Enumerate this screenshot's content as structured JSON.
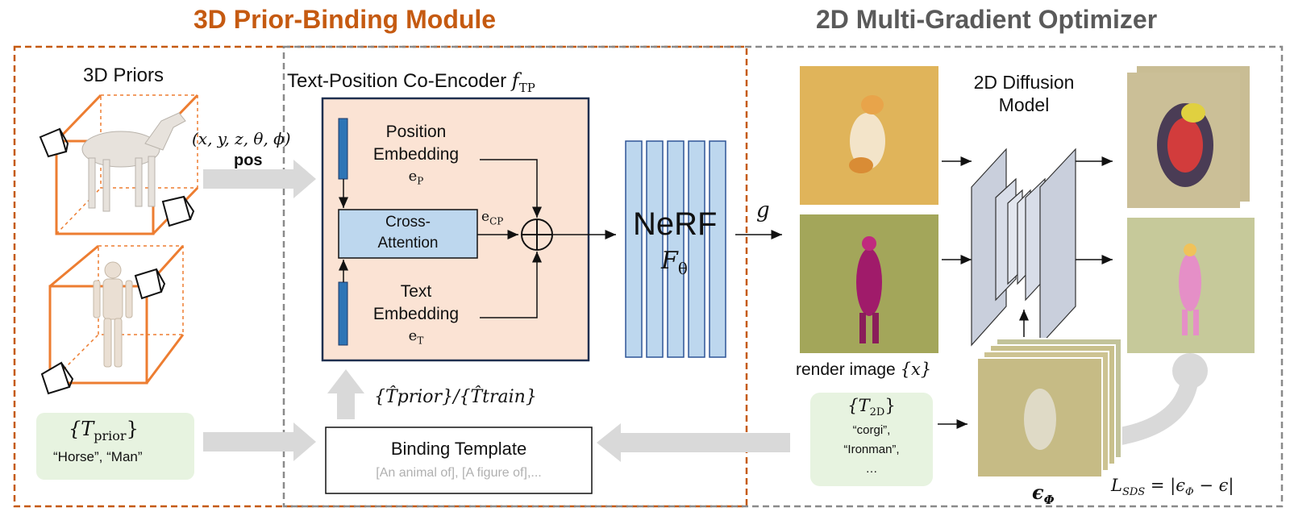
{
  "titles": {
    "module": "3D Prior-Binding Module",
    "optimizer": "2D Multi-Gradient Optimizer"
  },
  "priors": {
    "title": "3D Priors",
    "pos_tuple": "(x,  y,  z,  θ,  ϕ)",
    "pos_label": "pos",
    "prior_set_symbol": "{T",
    "prior_set_sub": "prior",
    "prior_set_close": "}",
    "prior_examples": "“Horse”, “Man”"
  },
  "encoder": {
    "title": "Text-Position Co-Encoder",
    "title_symbol": "f",
    "title_sub": "TP",
    "position_line1": "Position",
    "position_line2": "Embedding",
    "position_symbol": "e",
    "position_sub": "P",
    "cross_line1": "Cross-",
    "cross_line2": "Attention",
    "ecp_symbol": "e",
    "ecp_sub": "CP",
    "text_line1": "Text",
    "text_line2": "Embedding",
    "text_symbol": "e",
    "text_sub": "T",
    "input_label": "{T̂prior}/{T̂train}"
  },
  "nerf": {
    "label": "NeRF",
    "symbol": "F",
    "sub": "θ",
    "output": "g"
  },
  "template": {
    "title": "Binding Template",
    "examples": "[An animal of], [A figure of],..."
  },
  "optimizer": {
    "diffusion_line1": "2D Diffusion",
    "diffusion_line2": "Model",
    "render_label": "render image",
    "render_symbol": "{x}",
    "t2d_symbol": "{T",
    "t2d_sub": "2D",
    "t2d_close": "}",
    "t2d_items": [
      "“corgi”,",
      "“Ironman”,",
      "…"
    ],
    "noise_symbol": "ϵ",
    "noise_sub": "Φ",
    "loss": "L",
    "loss_sub": "SDS",
    "loss_rhs": "= |ϵ",
    "loss_rhs_sub": "Φ",
    "loss_tail": "− ϵ|"
  },
  "colors": {
    "orange": "#c55a11",
    "grey_title": "#5a5a5a",
    "encoder_bg": "#fbe3d4",
    "encoder_border": "#1f2f4f",
    "nerf_fill": "#bdd7ee",
    "nerf_stroke": "#2e5597",
    "embed_bar": "#2e75b6",
    "green_box": "#e7f3e0"
  }
}
